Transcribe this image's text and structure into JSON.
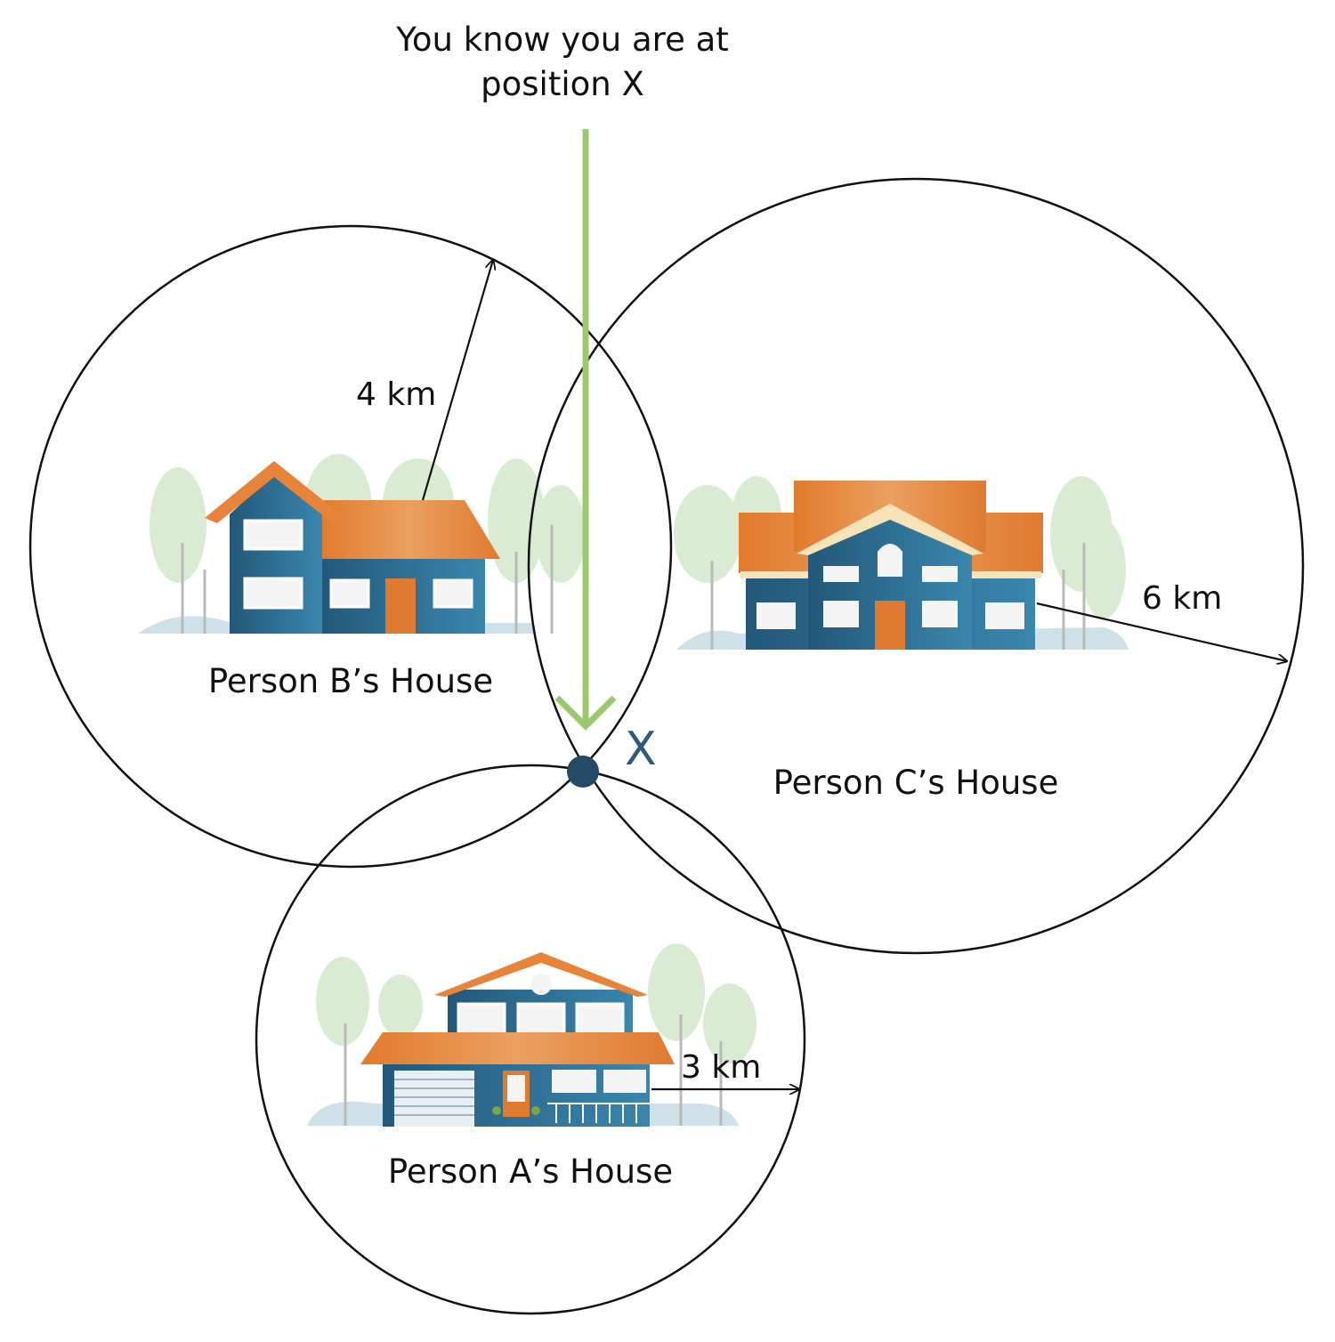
{
  "title_line1": "You know you are at",
  "title_line2": "position X",
  "position_label": "X",
  "houses": {
    "a": {
      "caption": "Person A’s House",
      "radius_label": "3 km"
    },
    "b": {
      "caption": "Person B’s House",
      "radius_label": "4 km"
    },
    "c": {
      "caption": "Person C’s House",
      "radius_label": "6 km"
    }
  },
  "colors": {
    "pointer_arrow": "#9cc96b",
    "position_dot": "#234a66",
    "roof": "#e8843a",
    "walls": "#2c6a8c",
    "trees": "#d6ead0"
  }
}
